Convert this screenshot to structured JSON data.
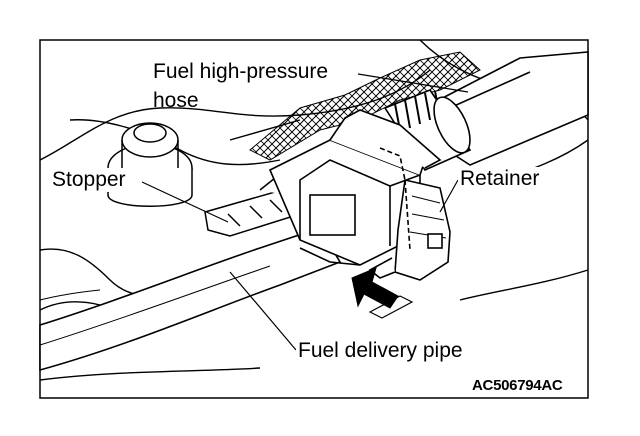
{
  "labels": {
    "hose_line1": "Fuel high-pressure",
    "hose_line2": "hose",
    "stopper": "Stopper",
    "retainer": "Retainer",
    "delivery_pipe": "Fuel delivery pipe"
  },
  "figure_code": "AC506794AC"
}
